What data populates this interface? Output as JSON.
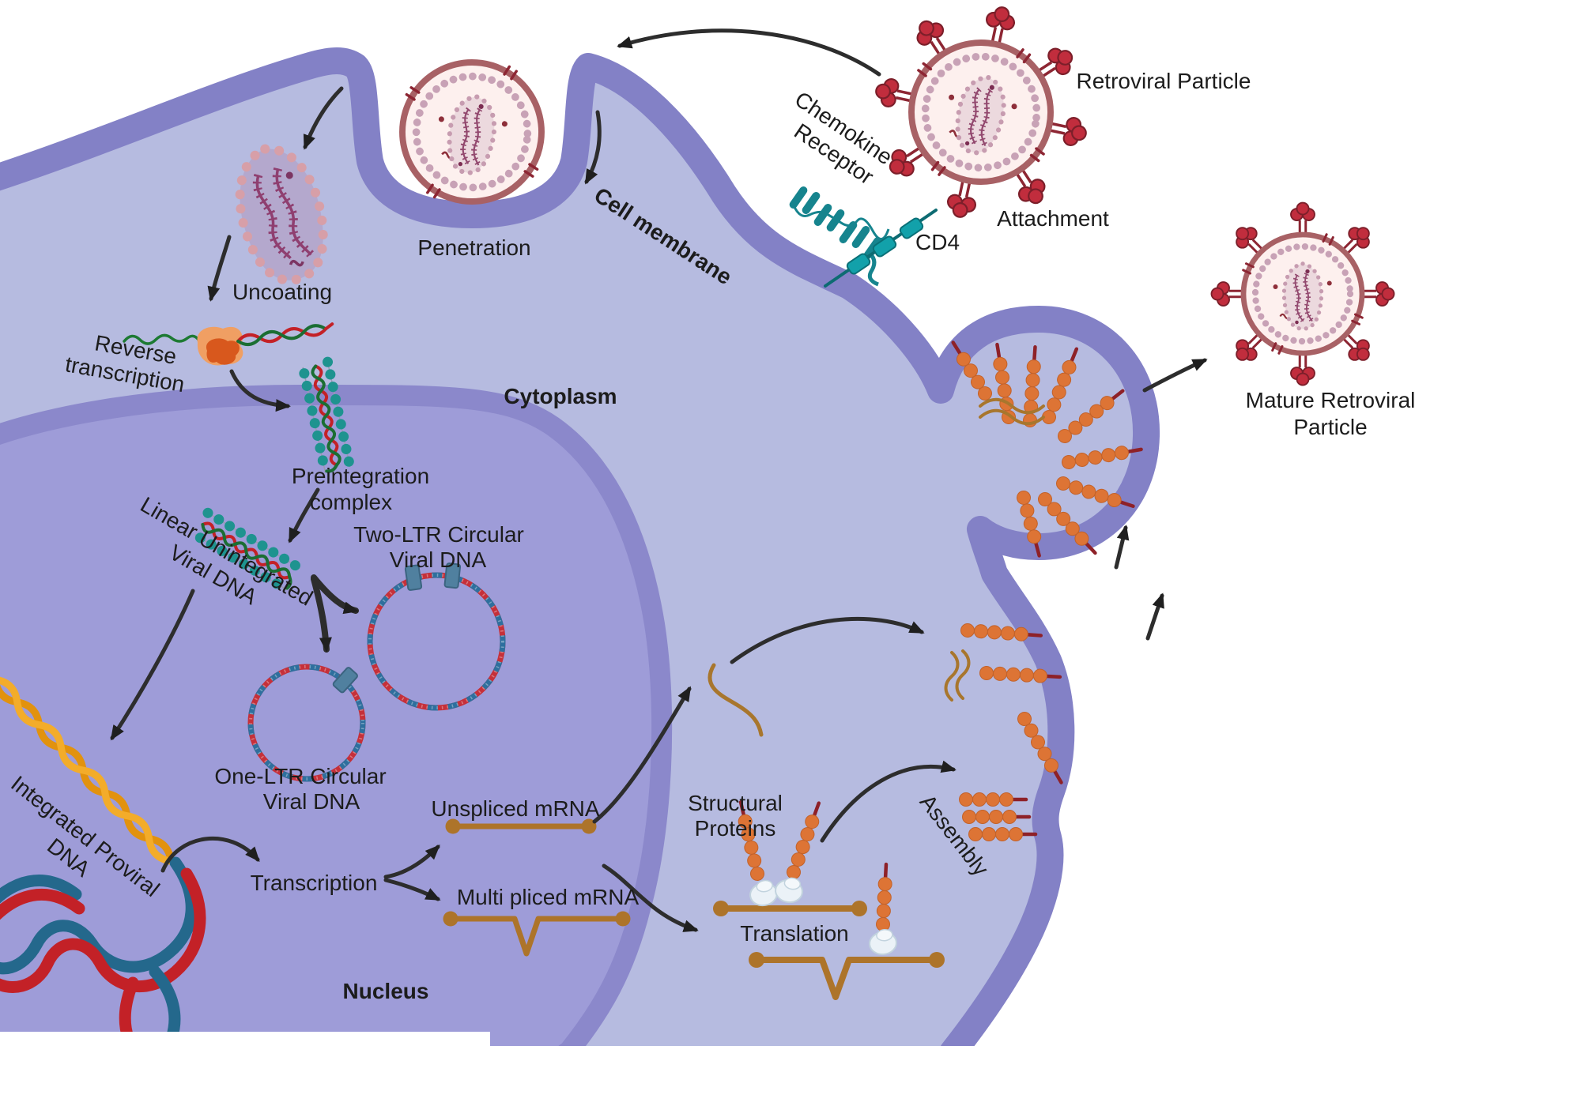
{
  "labels": {
    "retroviral_particle": "Retroviral Particle",
    "chemokine_receptor_1": "Chemokine",
    "chemokine_receptor_2": "Receptor",
    "cd4": "CD4",
    "attachment": "Attachment",
    "penetration": "Penetration",
    "cell_membrane": "Cell membrane",
    "cytoplasm": "Cytoplasm",
    "uncoating": "Uncoating",
    "reverse_transcription_1": "Reverse",
    "reverse_transcription_2": "transcription",
    "preintegration_1": "Preintegration",
    "preintegration_2": "complex",
    "linear_dna_1": "Linear Unintegrated",
    "linear_dna_2": "Viral DNA",
    "two_ltr_1": "Two-LTR Circular",
    "two_ltr_2": "Viral DNA",
    "one_ltr_1": "One-LTR Circular",
    "one_ltr_2": "Viral DNA",
    "integrated_1": "Integrated Proviral",
    "integrated_2": "DNA",
    "transcription": "Transcription",
    "unspliced_mrna": "Unspliced mRNA",
    "multispliced_mrna": "Multi pliced mRNA",
    "nucleus": "Nucleus",
    "structural_1": "Structural",
    "structural_2": "Proteins",
    "translation": "Translation",
    "assembly": "Assembly",
    "mature_1": "Mature Retroviral",
    "mature_2": "Particle"
  },
  "colors": {
    "membrane": "#8381c6",
    "cytoplasm": "#b6bbe0",
    "nucleoplasm": "#9e9cd8",
    "nuclear_envelope": "#8b88cb",
    "virus_envelope": "#a86165",
    "virus_inside": "#fdf0ee",
    "virus_dots": "#c8a2b6",
    "spike": "#c12d3d",
    "capsid_fill": "#b4a6cb",
    "capsid_dots": "#d79fa8",
    "rna": "#92486e",
    "receptor_teal": "#16848e",
    "cd4_teal": "#12a1aa",
    "enzyme_orange": "#d8581d",
    "rna_green": "#1d7a33",
    "dna_red": "#c42127",
    "pic_bead": "#1e938f",
    "ring_red": "#c5303a",
    "ring_blue": "#2e6f9e",
    "ltr_block": "#50809f",
    "proviral_yellow": "#f3ac2a",
    "host_blue": "#24688c",
    "host_red": "#c32127",
    "mrna_brown": "#ad742a",
    "ribosome": "#ebf2f7",
    "protein_orange": "#dd7435",
    "protein_stem": "#8e2128",
    "arrow": "#2d2d2d",
    "text": "#1c1c1c"
  }
}
